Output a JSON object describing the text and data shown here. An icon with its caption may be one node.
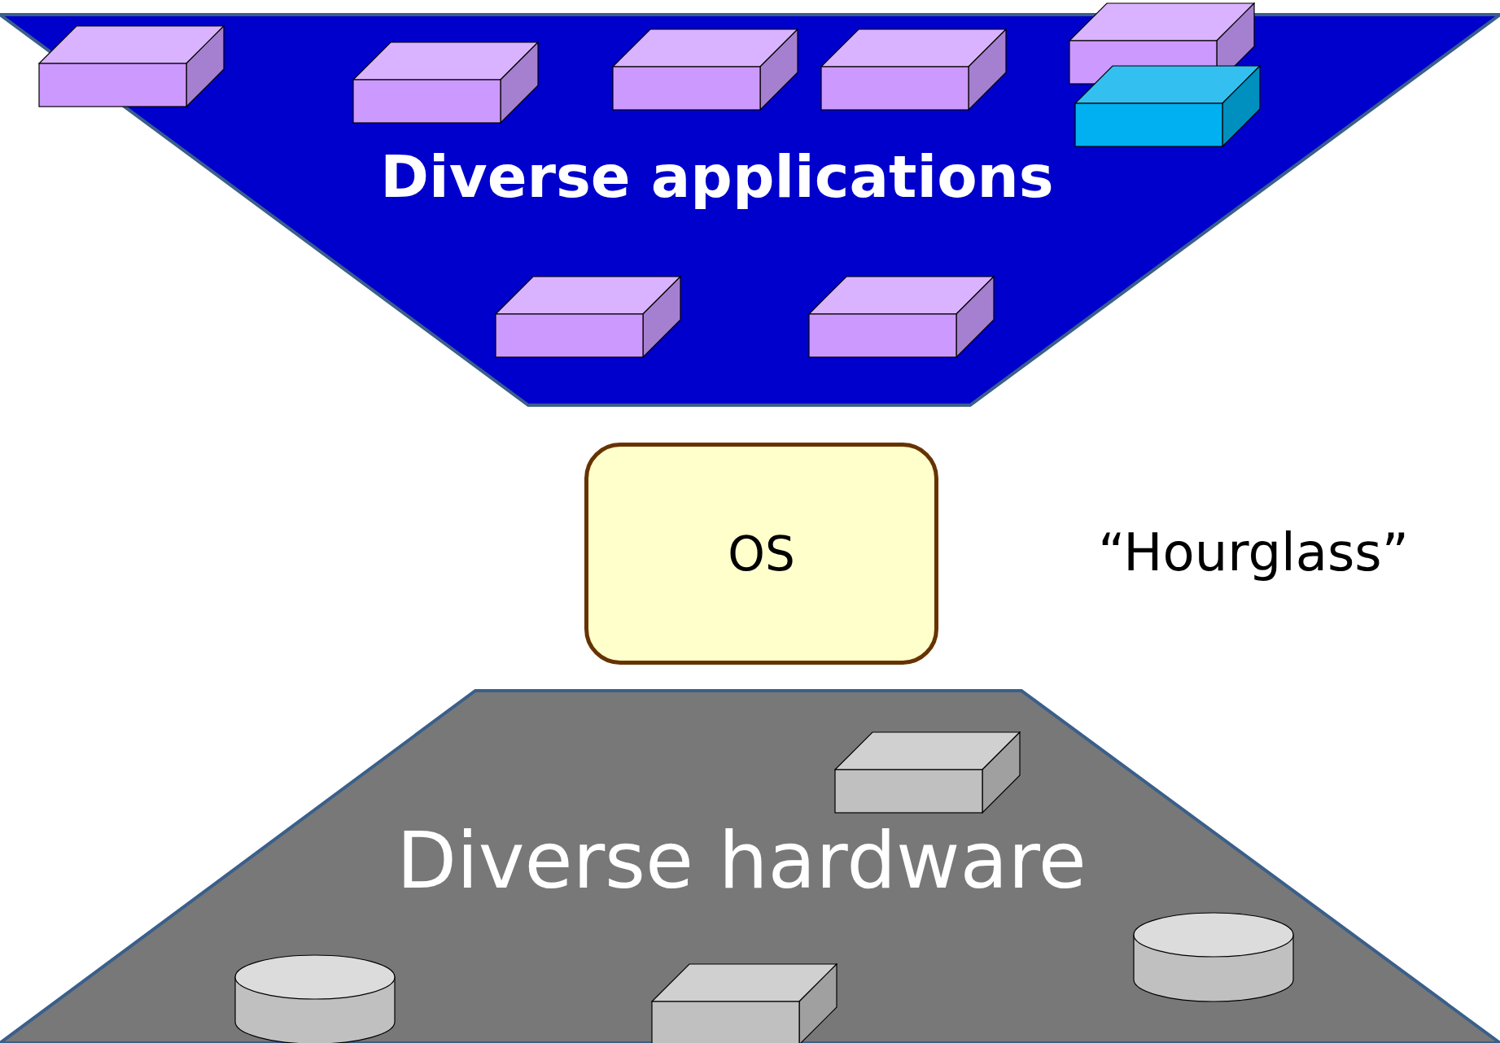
{
  "diagram": {
    "nodes": [
      {
        "text": [
          "Diverse applications"
        ]
      },
      {
        "text": [],
        "shape": "box",
        "in": 0
      },
      {
        "text": [],
        "shape": "box",
        "in": 0
      },
      {
        "text": [],
        "shape": "box",
        "in": 0
      },
      {
        "text": [],
        "shape": "box",
        "in": 0
      },
      {
        "text": [],
        "shape": "box",
        "in": 0
      },
      {
        "text": [],
        "shape": "box",
        "in": 0
      },
      {
        "text": [],
        "shape": "box",
        "in": 0
      },
      {
        "text": [],
        "shape": "box",
        "in": 0
      },
      {
        "text": [
          "OS"
        ]
      },
      {
        "text": [
          "Diverse hardware"
        ]
      },
      {
        "text": [],
        "shape": "box",
        "in": 10
      },
      {
        "text": [],
        "shape": "cylinder",
        "in": 10
      },
      {
        "text": [],
        "shape": "cylinder",
        "in": 10
      },
      {
        "text": [],
        "shape": "box",
        "in": 10
      }
    ],
    "labels": [
      "“Hourglass”"
    ]
  }
}
